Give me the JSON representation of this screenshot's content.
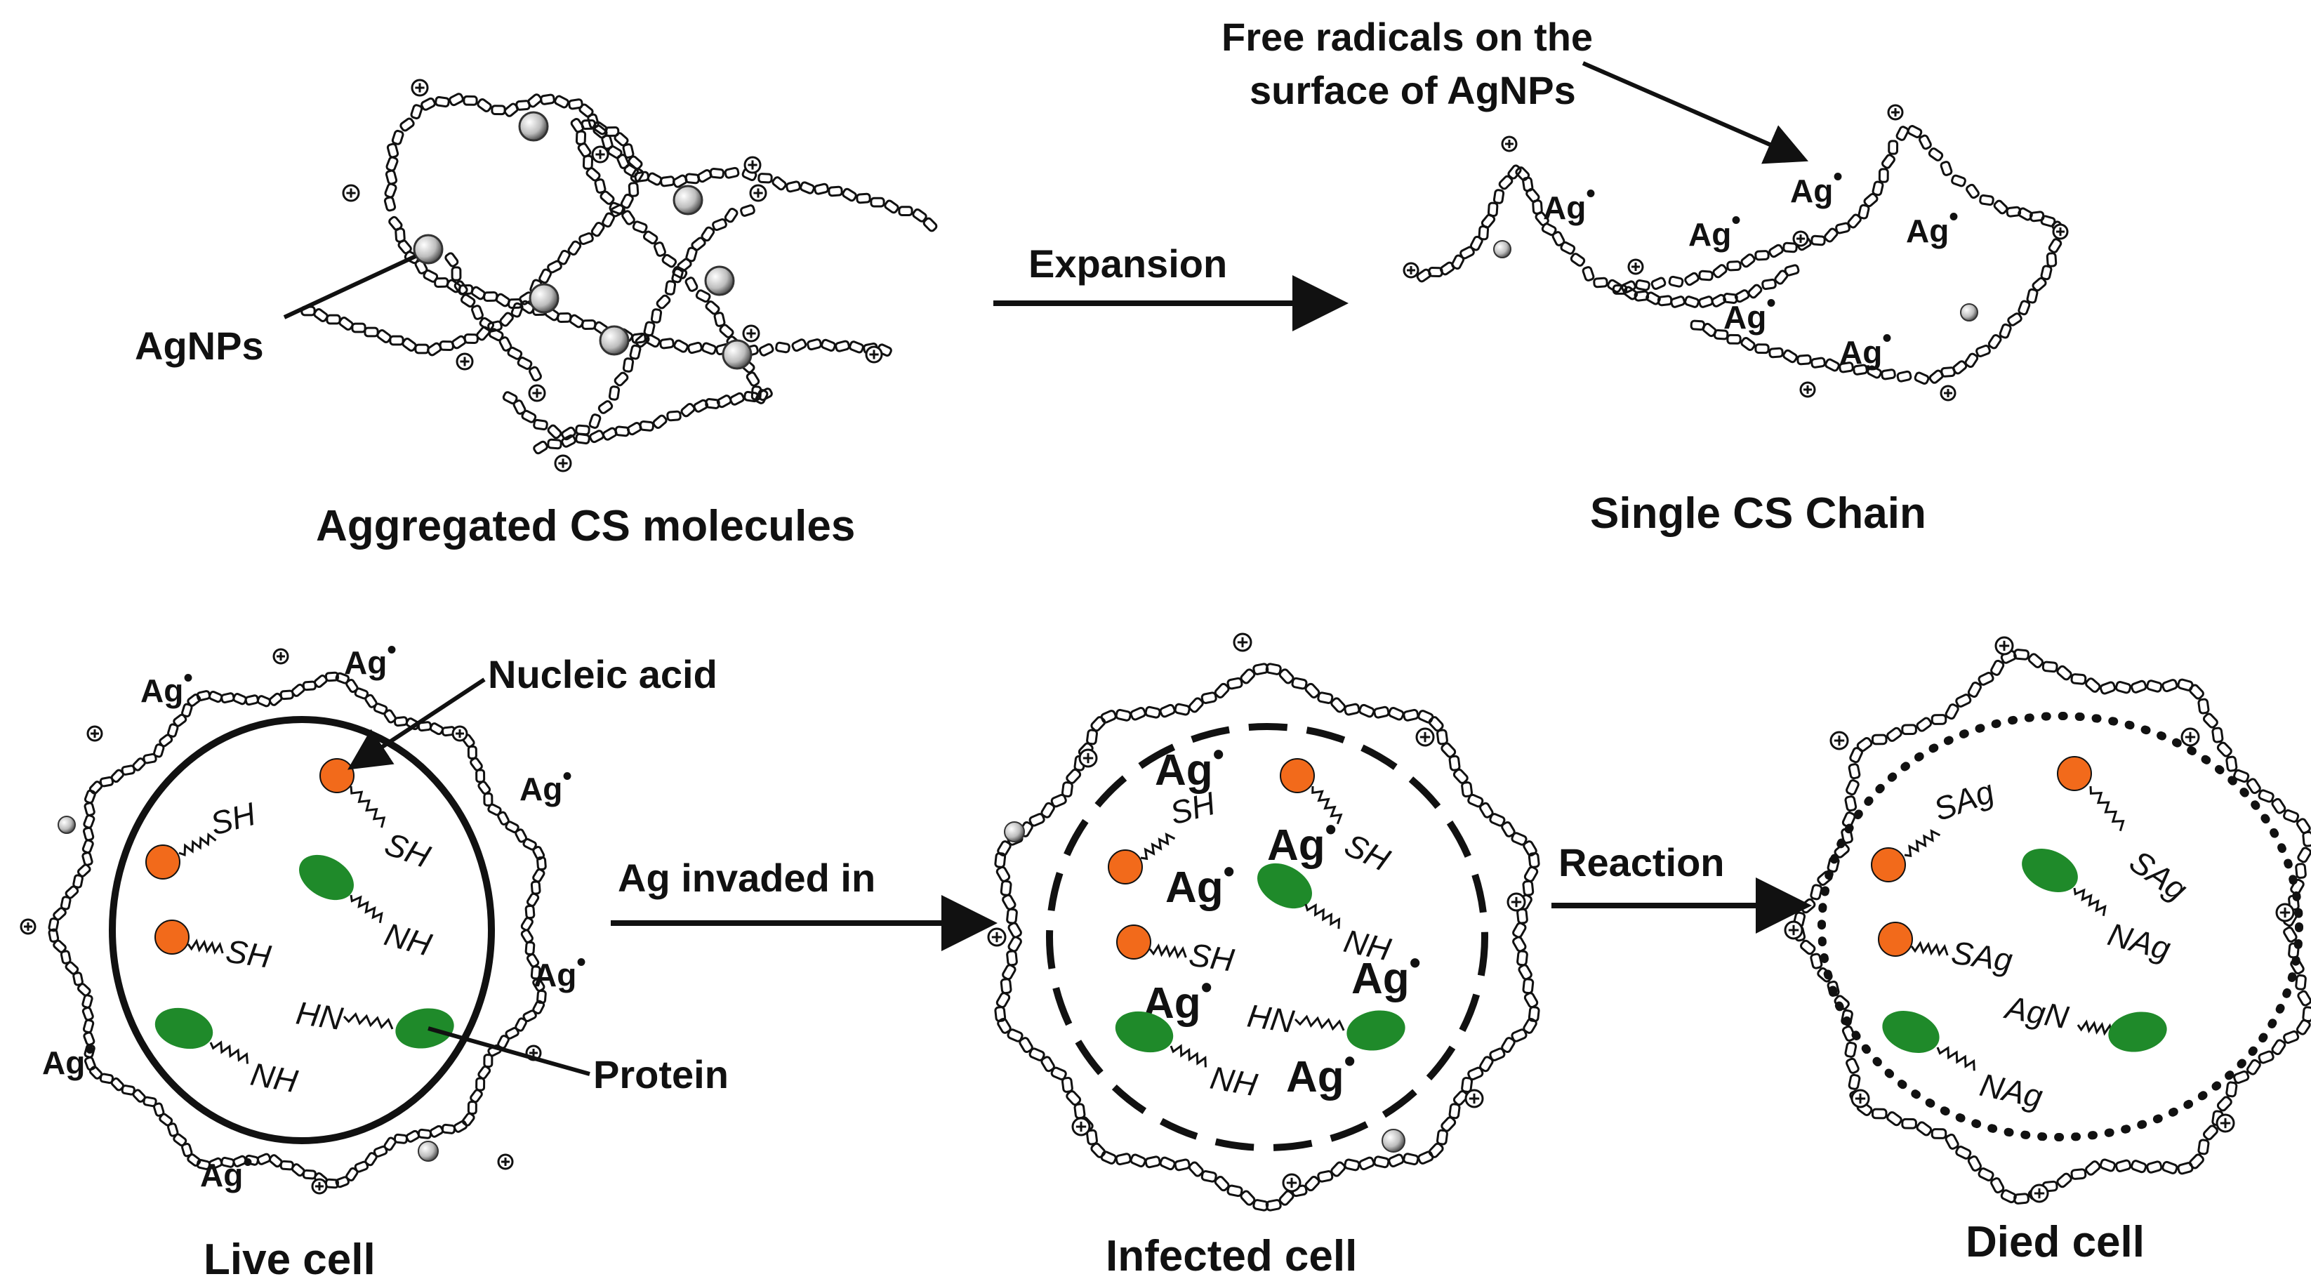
{
  "captions": {
    "aggregated": "Aggregated CS molecules",
    "single": "Single CS Chain",
    "live": "Live cell",
    "infected": "Infected cell",
    "died": "Died cell"
  },
  "labels": {
    "agnps": "AgNPs",
    "free_radicals_line1": "Free radicals on the",
    "free_radicals_line2": "surface of AgNPs",
    "nucleic_acid": "Nucleic acid",
    "protein": "Protein"
  },
  "arrows": {
    "expansion": "Expansion",
    "ag_invaded": "Ag invaded in",
    "reaction": "Reaction"
  },
  "symbols": {
    "ag": "Ag",
    "radical": "•",
    "plus": "⊕",
    "sh": "SH",
    "nh": "NH",
    "hn": "HN",
    "sag": "SAg",
    "nag": "NAg",
    "agn": "AgN"
  },
  "colors": {
    "nucleic_acid": "#f26a1b",
    "protein": "#1f8a2a",
    "ink": "#111111"
  }
}
